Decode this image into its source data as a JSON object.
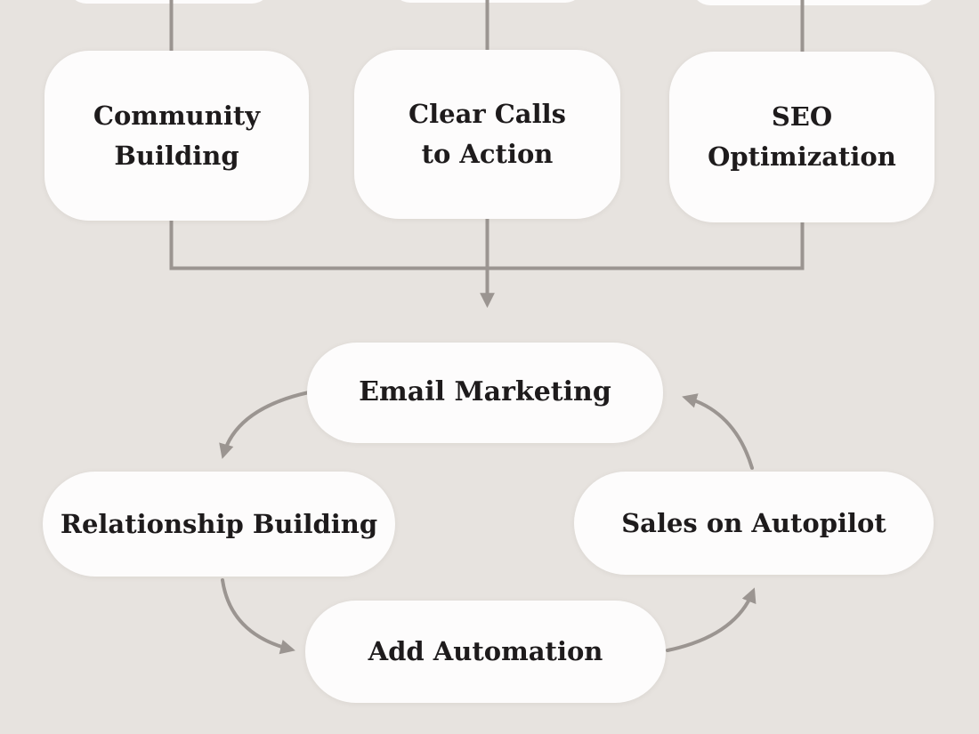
{
  "diagram": {
    "title": "email marketing funnel and automation cycle",
    "colors": {
      "background": "#e7e3df",
      "box_fill": "#fdfcfc",
      "connector_gray": "#9b9591",
      "text": "#1e1b1c"
    },
    "top_boxes": [
      {
        "label": "Community\nBuilding"
      },
      {
        "label": "Clear Calls\nto Action"
      },
      {
        "label": "SEO\nOptimization"
      }
    ],
    "cycle_boxes": {
      "top": {
        "label": "Email Marketing"
      },
      "left": {
        "label": "Relationship Building"
      },
      "bottom": {
        "label": "Add Automation"
      },
      "right": {
        "label": "Sales on Autopilot"
      }
    },
    "flow": {
      "funnel_sources": [
        "Community Building",
        "Clear Calls to Action",
        "SEO Optimization"
      ],
      "funnel_target": "Email Marketing",
      "cycle_order": [
        "Email Marketing",
        "Relationship Building",
        "Add Automation",
        "Sales on Autopilot"
      ]
    }
  }
}
